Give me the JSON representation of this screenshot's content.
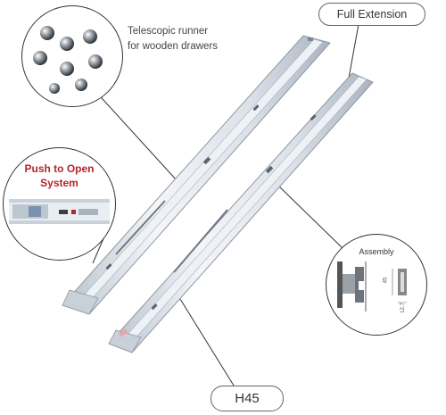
{
  "callouts": {
    "balls_caption_line1": "Telescopic runner",
    "balls_caption_line2": "for wooden drawers",
    "full_extension": "Full Extension",
    "push_to_open_line1": "Push to Open",
    "push_to_open_line2": "System",
    "assembly": "Assembly",
    "model": "H45"
  },
  "assembly_dims": {
    "height_label": "45",
    "depth_label": "12.7"
  },
  "colors": {
    "accent_red": "#b3262c",
    "rail_steel": "#dfe5ec",
    "outline": "#333333"
  }
}
